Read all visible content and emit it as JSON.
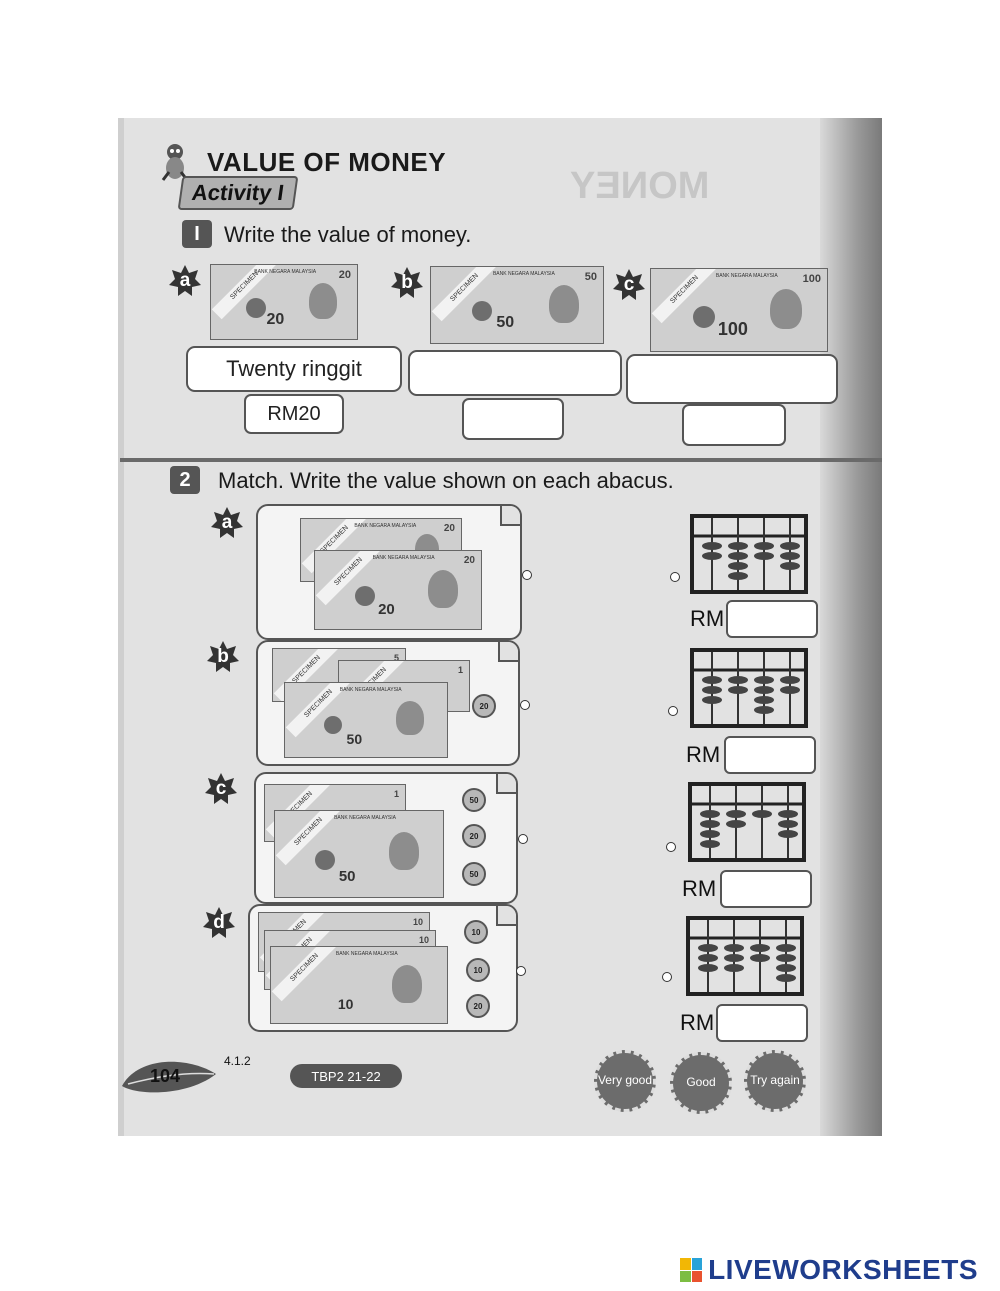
{
  "title": "VALUE OF MONEY",
  "activity_label": "Activity I",
  "q1": {
    "number": "I",
    "instruction": "Write the value of money.",
    "items": [
      {
        "letter": "a",
        "note_value": "20",
        "words": "Twenty ringgit",
        "rm": "RM20"
      },
      {
        "letter": "b",
        "note_value": "50",
        "words": "",
        "rm": ""
      },
      {
        "letter": "c",
        "note_value": "100",
        "words": "",
        "rm": ""
      }
    ]
  },
  "q2": {
    "number": "2",
    "instruction": "Match. Write the value shown on each abacus.",
    "items": [
      {
        "letter": "a",
        "notes": [
          "20",
          "20"
        ],
        "coins": []
      },
      {
        "letter": "b",
        "notes": [
          "5",
          "1",
          "50"
        ],
        "coins": [
          "20"
        ]
      },
      {
        "letter": "c",
        "notes": [
          "1",
          "50"
        ],
        "coins": [
          "50",
          "20",
          "50"
        ]
      },
      {
        "letter": "d",
        "notes": [
          "10",
          "10",
          "10"
        ],
        "coins": [
          "10",
          "10",
          "20"
        ]
      }
    ],
    "rm_label": "RM"
  },
  "note_texts": {
    "specimen": "SPECIMEN",
    "bank": "BANK NEGARA MALAYSIA"
  },
  "footer": {
    "page": "104",
    "code": "4.1.2",
    "tbp": "TBP2 21-22"
  },
  "medals": [
    "Very good",
    "Good",
    "Try again"
  ],
  "brand": "LIVEWORKSHEETS",
  "ghost_text": "MONEY"
}
